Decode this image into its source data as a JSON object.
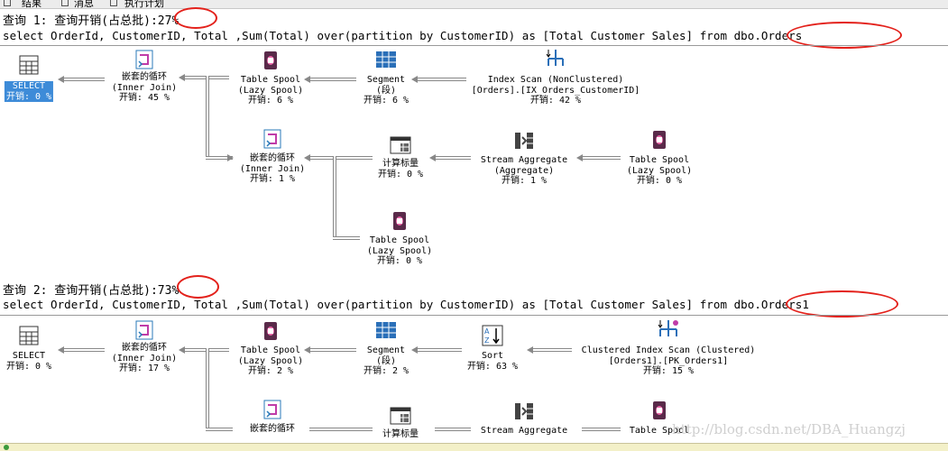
{
  "tabs": [
    {
      "label": "结果"
    },
    {
      "label": "消息"
    },
    {
      "label": "执行计划"
    }
  ],
  "queries": [
    {
      "header_prefix": "查询 1: 查询开销(占总批):",
      "percent": "27%",
      "sql_prefix": "select OrderId, CustomerID, Total ,Sum(Total) over(partition by CustomerID) as [Total Customer Sales] from ",
      "sql_table": "dbo.Orders",
      "nodes": {
        "select": {
          "label": "SELECT",
          "cost": "开销: 0 %"
        },
        "nested_loop_1": {
          "label": "嵌套的循环",
          "sub": "(Inner Join)",
          "cost": "开销: 45 %"
        },
        "table_spool_1": {
          "label": "Table Spool",
          "sub": "(Lazy Spool)",
          "cost": "开销: 6 %"
        },
        "segment": {
          "label": "Segment",
          "sub": "(段)",
          "cost": "开销: 6 %"
        },
        "index_scan": {
          "label": "Index Scan (NonClustered)",
          "sub": "[Orders].[IX_Orders_CustomerID]",
          "cost": "开销: 42 %"
        },
        "nested_loop_2": {
          "label": "嵌套的循环",
          "sub": "(Inner Join)",
          "cost": "开销: 1 %"
        },
        "compute_scalar": {
          "label": "计算标量",
          "cost": "开销: 0 %"
        },
        "stream_aggregate": {
          "label": "Stream Aggregate",
          "sub": "(Aggregate)",
          "cost": "开销: 1 %"
        },
        "table_spool_2": {
          "label": "Table Spool",
          "sub": "(Lazy Spool)",
          "cost": "开销: 0 %"
        },
        "table_spool_3": {
          "label": "Table Spool",
          "sub": "(Lazy Spool)",
          "cost": "开销: 0 %"
        }
      }
    },
    {
      "header_prefix": "查询 2: 查询开销(占总批):",
      "percent": "73%",
      "sql_prefix": "select OrderId, CustomerID, Total ,Sum(Total) over(partition by CustomerID) as [Total Customer Sales] from ",
      "sql_table": "dbo.Orders1",
      "nodes": {
        "select": {
          "label": "SELECT",
          "cost": "开销: 0 %"
        },
        "nested_loop_1": {
          "label": "嵌套的循环",
          "sub": "(Inner Join)",
          "cost": "开销: 17 %"
        },
        "table_spool_1": {
          "label": "Table Spool",
          "sub": "(Lazy Spool)",
          "cost": "开销: 2 %"
        },
        "segment": {
          "label": "Segment",
          "sub": "(段)",
          "cost": "开销: 2 %"
        },
        "sort": {
          "label": "Sort",
          "cost": "开销: 63 %"
        },
        "clustered_scan": {
          "label": "Clustered Index Scan (Clustered)",
          "sub": "[Orders1].[PK_Orders1]",
          "cost": "开销: 15 %"
        },
        "nested_loop_2": {
          "label": "嵌套的循环"
        },
        "compute_scalar": {
          "label": "计算标量"
        },
        "stream_aggregate": {
          "label": "Stream Aggregate"
        },
        "table_spool_2": {
          "label": "Table Spool"
        }
      }
    }
  ],
  "watermark": "http://blog.csdn.net/DBA_Huangzj",
  "colors": {
    "highlight": "#e3211b",
    "selected": "#3d8bd8",
    "connector": "#888888"
  },
  "icons": [
    "results-grid-icon",
    "messages-icon",
    "execution-plan-icon",
    "select-icon",
    "nested-loops-icon",
    "table-spool-icon",
    "segment-icon",
    "index-scan-icon",
    "compute-scalar-icon",
    "stream-aggregate-icon",
    "sort-icon",
    "clustered-index-scan-icon"
  ]
}
